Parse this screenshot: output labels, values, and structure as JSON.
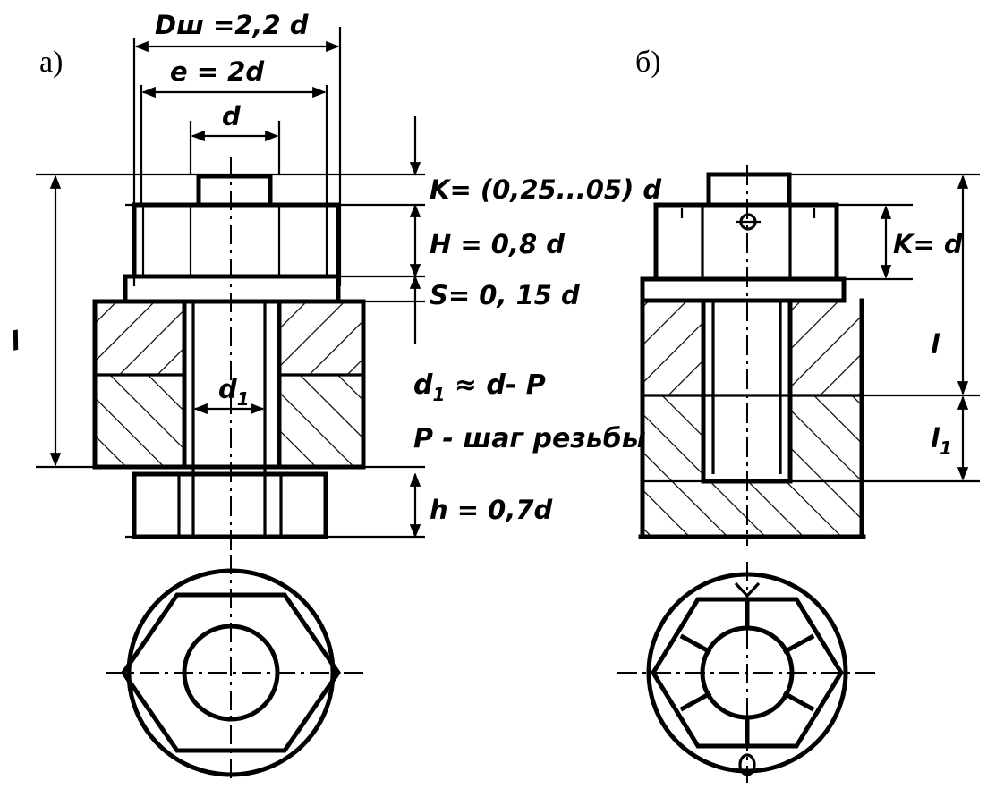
{
  "panels": {
    "a": {
      "label": "а)",
      "dims": {
        "dw": "Dш =2,2 d",
        "e": "e = 2d",
        "d": "d",
        "k": "K= (0,25...05) d",
        "H": "H = 0,8 d",
        "s": "S= 0, 15 d",
        "h": "h = 0,7d",
        "l": "l",
        "d1": "d",
        "d1_sub": "1"
      },
      "note_line1": "d",
      "note_line1_sub": "1",
      "note_line1_rest": " ≈ d- P",
      "note_line2": "P - шаг резьбы"
    },
    "b": {
      "label": "б)",
      "dims": {
        "k": "K= d",
        "l": "l",
        "l1": "l",
        "l1_sub": "1"
      }
    }
  }
}
